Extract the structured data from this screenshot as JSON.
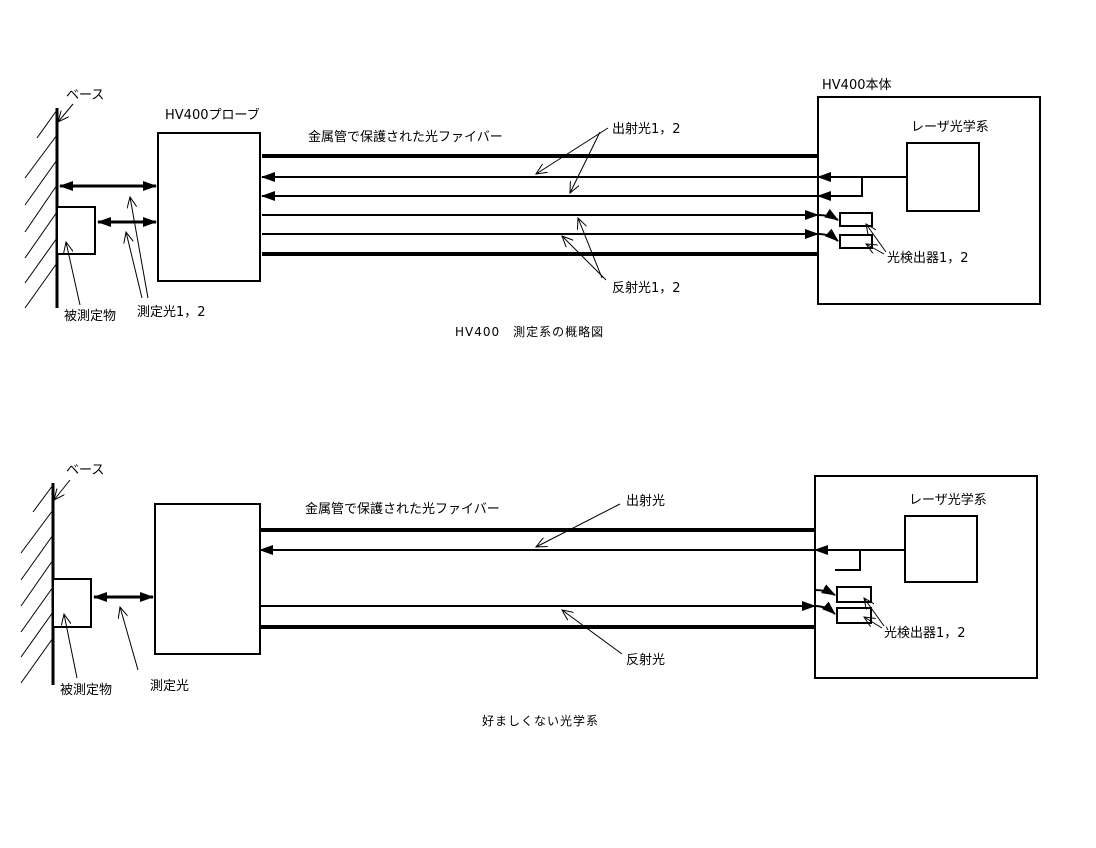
{
  "diagram_top": {
    "base_label": "ベース",
    "probe_label": "HV400プローブ",
    "fiber_label": "金属管で保護された光ファイバー",
    "body_label": "HV400本体",
    "laser_label": "レーザ光学系",
    "emitted_label": "出射光1，2",
    "reflected_label": "反射光1，2",
    "detector_label": "光検出器1，2",
    "object_label": "被測定物",
    "measure_label": "測定光1，2",
    "caption": "HV400　測定系の概略図"
  },
  "diagram_bottom": {
    "base_label": "ベース",
    "fiber_label": "金属管で保護された光ファイバー",
    "laser_label": "レーザ光学系",
    "emitted_label": "出射光",
    "reflected_label": "反射光",
    "detector_label": "光検出器1，2",
    "object_label": "被測定物",
    "measure_label": "測定光",
    "caption": "好ましくない光学系"
  }
}
